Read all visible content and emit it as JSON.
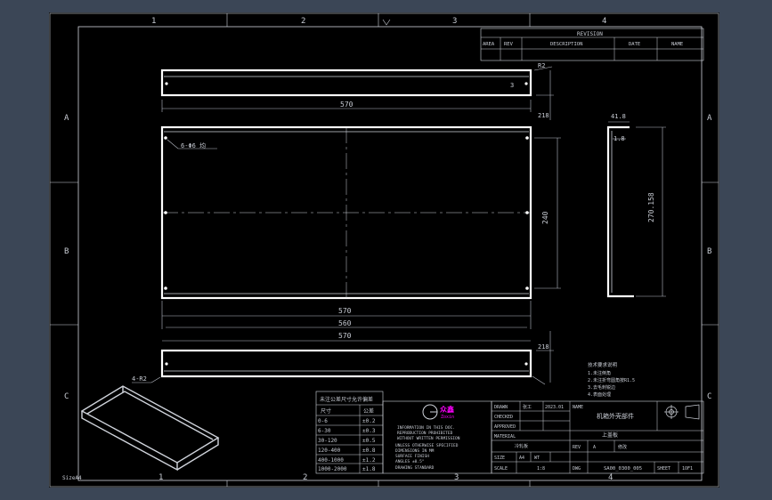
{
  "sheet": {
    "size_label": "SizeA4",
    "column_markers": [
      "1",
      "2",
      "3",
      "4"
    ],
    "row_markers": [
      "A",
      "B",
      "C"
    ]
  },
  "revision": {
    "title": "REVISION",
    "headers": [
      "AREA",
      "REV",
      "DESCRIPTION",
      "DATE",
      "NAME"
    ]
  },
  "dimensions": {
    "top_strip_length": "570",
    "top_strip_corner": "R2",
    "top_strip_hole": "3",
    "top_strip_height": "218",
    "panel_hole_note": "6-Φ6 均",
    "panel_height": "240",
    "panel_width_outer": "570",
    "panel_width_inner": "560",
    "bottom_strip_length": "570",
    "bottom_strip_height": "218",
    "bottom_corner_note": "4-R2",
    "side_top": "41.8",
    "side_thickness": "1.8",
    "side_height": "270.158"
  },
  "tolerance_table": {
    "title": "未注公差尺寸允许偏差",
    "headers": [
      "尺寸",
      "公差"
    ],
    "rows": [
      [
        "0-6",
        "±0.2"
      ],
      [
        "6-30",
        "±0.3"
      ],
      [
        "30-120",
        "±0.5"
      ],
      [
        "120-400",
        "±0.8"
      ],
      [
        "400-1000",
        "±1.2"
      ],
      [
        "1000-2000",
        "±1.8"
      ]
    ]
  },
  "notes": {
    "title": "技术要求说明",
    "lines": [
      "1.未注倒角",
      "2.未注折弯圆角按R1.5",
      "3.去毛刺锐边",
      "4.表面处理"
    ]
  },
  "company": {
    "logo_text": "众鑫",
    "logo_sub": "Zoxin",
    "lines": [
      "INFORMATION IN THIS DOC.",
      "REPRODUCTION PROHIBITED",
      "WITHOUT WRITTEN PERMISSION",
      "UNLESS OTHERWISE SPECIFIED",
      "DIMENSIONS IN MM",
      "SURFACE FINISH",
      "ANGLES ±0.5°",
      "DRAWING STANDARD"
    ]
  },
  "title_block": {
    "labels": {
      "drawn": "DRAWN",
      "checked": "CHECKED",
      "approved": "APPROVED",
      "material": "MATERIAL",
      "name": "NAME",
      "size": "SIZE",
      "scale": "SCALE",
      "dwg": "DWG",
      "rev": "REV",
      "sheet": "SHEET"
    },
    "drawn_name": "张工",
    "drawn_date": "2023.01",
    "material_value": "冷轧板",
    "part_name": "机箱外壳部件",
    "part_sub": "上盖板",
    "rev_value": "A",
    "rev_label": "修改",
    "size_value": "A4",
    "weight_label": "WT",
    "scale_value": "1:8",
    "dwg_number": "SA00_0300_005",
    "sheet_value": "1OF1"
  },
  "colors": {
    "background": "#3b4656",
    "sheet": "#000000",
    "line": "#d0d4dc",
    "logo": "#ff00ff"
  }
}
